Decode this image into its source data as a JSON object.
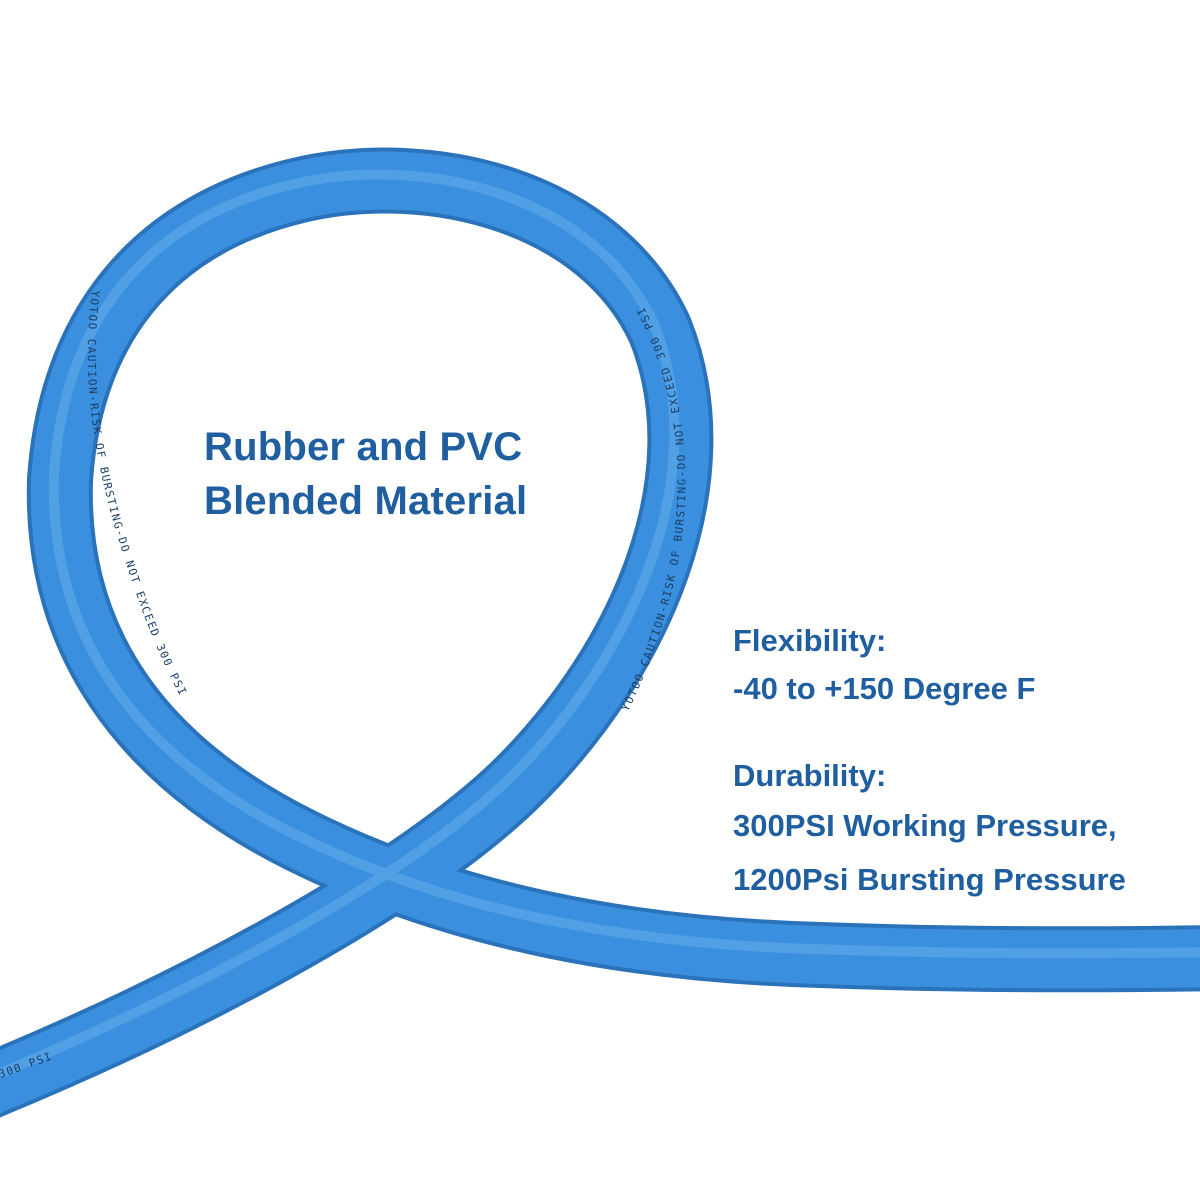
{
  "colors": {
    "background": "#ffffff",
    "hose": "#3a90de",
    "hose_shadow": "#2a73bb",
    "hose_highlight": "#6fb3ee",
    "text": "#1f5fa0"
  },
  "headline": {
    "line1": "Rubber and PVC",
    "line2": "Blended Material"
  },
  "flexibility": {
    "label": "Flexibility:",
    "value": "-40 to +150 Degree F"
  },
  "durability": {
    "label": "Durability:",
    "working": "300PSI Working Pressure,",
    "bursting": "1200Psi Bursting Pressure"
  },
  "hose_print": {
    "right_loop": "YOTOO CAUTION-RISK OF BURSTING-DO NOT EXCEED 300 PSI",
    "left_loop": "YOTOO CAUTION-RISK OF BURSTING-DO NOT EXCEED 300 PSI",
    "tail": "300 PSI"
  }
}
